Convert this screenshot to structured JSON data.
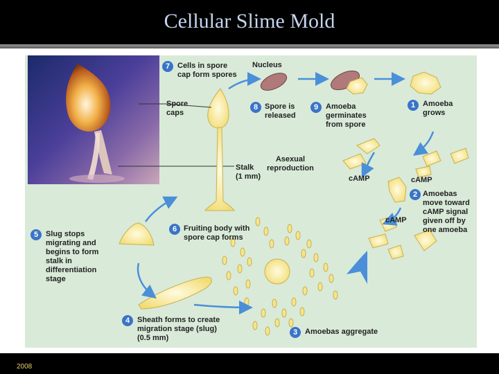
{
  "slide": {
    "title": "Cellular Slime Mold",
    "footer_year": "2008"
  },
  "colors": {
    "background": "#000000",
    "title_text": "#c6d4ee",
    "panel": "#d9ead9",
    "step_badge": "#3a74c8",
    "arrow": "#4a8fd8",
    "cell_fill": "#f7e58c",
    "spore_fill": "#a07070"
  },
  "diagram": {
    "center_label": "Asexual\nreproduction",
    "labels": {
      "nucleus": "Nucleus",
      "spore_caps": "Spore\ncaps",
      "stalk": "Stalk\n(1 mm)",
      "camp_1": "cAMP",
      "camp_2": "cAMP",
      "camp_3": "cAMP"
    },
    "steps": [
      {
        "n": "1",
        "text": "Amoeba\ngrows"
      },
      {
        "n": "2",
        "text": "Amoebas\nmove toward\ncAMP signal\ngiven off by\none amoeba"
      },
      {
        "n": "3",
        "text": "Amoebas aggregate"
      },
      {
        "n": "4",
        "text": "Sheath forms to create\nmigration stage (slug)\n(0.5 mm)"
      },
      {
        "n": "5",
        "text": "Slug stops\nmigrating and\nbegins to form\nstalk in\ndifferentiation\nstage"
      },
      {
        "n": "6",
        "text": "Fruiting body with\nspore cap forms"
      },
      {
        "n": "7",
        "text": "Cells in spore\ncap form spores"
      },
      {
        "n": "8",
        "text": "Spore is\nreleased"
      },
      {
        "n": "9",
        "text": "Amoeba\ngerminates\nfrom spore"
      }
    ]
  }
}
